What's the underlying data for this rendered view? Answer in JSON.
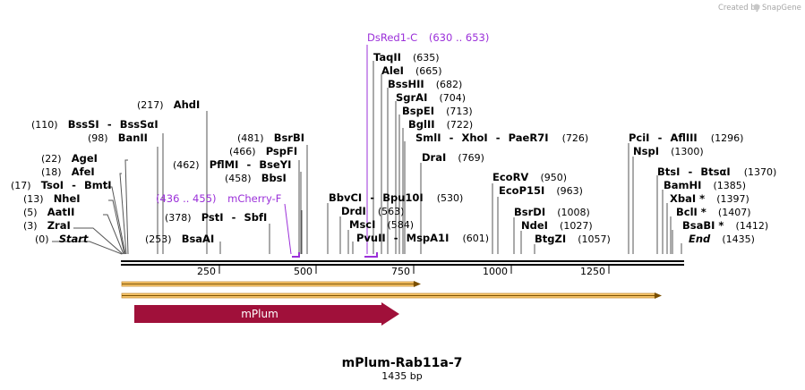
{
  "credit": {
    "prefix": "Created by",
    "brand": "SnapGene"
  },
  "plasmid": {
    "name": "mPlum-Rab11a-7",
    "length_label": "1435 bp",
    "length": 1435
  },
  "axis_ticks": [
    "250",
    "500",
    "750",
    "1000",
    "1250"
  ],
  "enzymes": {
    "start": {
      "pos": "(0)",
      "name": "Start"
    },
    "zrai": {
      "pos": "(3)",
      "name": "ZraI"
    },
    "aatii": {
      "pos": "(5)",
      "name": "AatII"
    },
    "nhei": {
      "pos": "(13)",
      "name": "NheI"
    },
    "tsoi": {
      "pos": "(17)",
      "name": "TsoI",
      "name2": "BmtI"
    },
    "afei": {
      "pos": "(18)",
      "name": "AfeI"
    },
    "agei": {
      "pos": "(22)",
      "name": "AgeI"
    },
    "banii": {
      "pos": "(98)",
      "name": "BanII"
    },
    "bsssi": {
      "pos": "(110)",
      "name": "BssSI",
      "name2": "BssSαI"
    },
    "ahdi": {
      "pos": "(217)",
      "name": "AhdI"
    },
    "bsaai": {
      "pos": "(253)",
      "name": "BsaAI"
    },
    "psti": {
      "pos": "(378)",
      "name": "PstI",
      "name2": "SbfI"
    },
    "bbsi": {
      "pos": "(458)",
      "name": "BbsI"
    },
    "pflmi": {
      "pos": "(462)",
      "name": "PflMI",
      "name2": "BseYI"
    },
    "pspfi": {
      "pos": "(466)",
      "name": "PspFI"
    },
    "bsrbi": {
      "pos": "(481)",
      "name": "BsrBI"
    },
    "bbvci": {
      "pos": "(530)",
      "name": "BbvCI",
      "name2": "Bpu10I"
    },
    "drdi": {
      "pos": "(563)",
      "name": "DrdI"
    },
    "msci": {
      "pos": "(584)",
      "name": "MscI"
    },
    "pvuii": {
      "pos": "(601)",
      "name": "PvuII",
      "name2": "MspA1I"
    },
    "taqii": {
      "pos": "(635)",
      "name": "TaqII"
    },
    "alei": {
      "pos": "(665)",
      "name": "AleI"
    },
    "bsshii": {
      "pos": "(682)",
      "name": "BssHII"
    },
    "sgrai": {
      "pos": "(704)",
      "name": "SgrAI"
    },
    "bspei": {
      "pos": "(713)",
      "name": "BspEI"
    },
    "bglii": {
      "pos": "(722)",
      "name": "BglII"
    },
    "smli": {
      "pos": "(726)",
      "name": "SmlI",
      "name2": "XhoI",
      "name3": "PaeR7I"
    },
    "drai": {
      "pos": "(769)",
      "name": "DraI"
    },
    "ecorv": {
      "pos": "(950)",
      "name": "EcoRV"
    },
    "ecop15i": {
      "pos": "(963)",
      "name": "EcoP15I"
    },
    "bsrdi": {
      "pos": "(1008)",
      "name": "BsrDI"
    },
    "ndei": {
      "pos": "(1027)",
      "name": "NdeI"
    },
    "btgzi": {
      "pos": "(1057)",
      "name": "BtgZI"
    },
    "pcii": {
      "pos": "(1296)",
      "name": "PciI",
      "name2": "AflIII"
    },
    "nspi": {
      "pos": "(1300)",
      "name": "NspI"
    },
    "btsi": {
      "pos": "(1370)",
      "name": "BtsI",
      "name2": "BtsαI"
    },
    "bamhi": {
      "pos": "(1385)",
      "name": "BamHI"
    },
    "xbai": {
      "pos": "(1397)",
      "name": "XbaI *"
    },
    "bcli": {
      "pos": "(1407)",
      "name": "BclI *"
    },
    "bsabi": {
      "pos": "(1412)",
      "name": "BsaBI *"
    },
    "end": {
      "pos": "(1435)",
      "name": "End"
    }
  },
  "features": {
    "dsred": {
      "name": "DsRed1-C",
      "range": "(630 .. 653)"
    },
    "mcherry": {
      "name": "mCherry-F",
      "range": "(436 .. 455)"
    },
    "mplum": {
      "name": "mPlum"
    }
  },
  "colors": {
    "primer": "#9b30d9",
    "feature": "#a0103a",
    "orf_fill": "#f7c56a",
    "orf_edge": "#7a4f00"
  }
}
